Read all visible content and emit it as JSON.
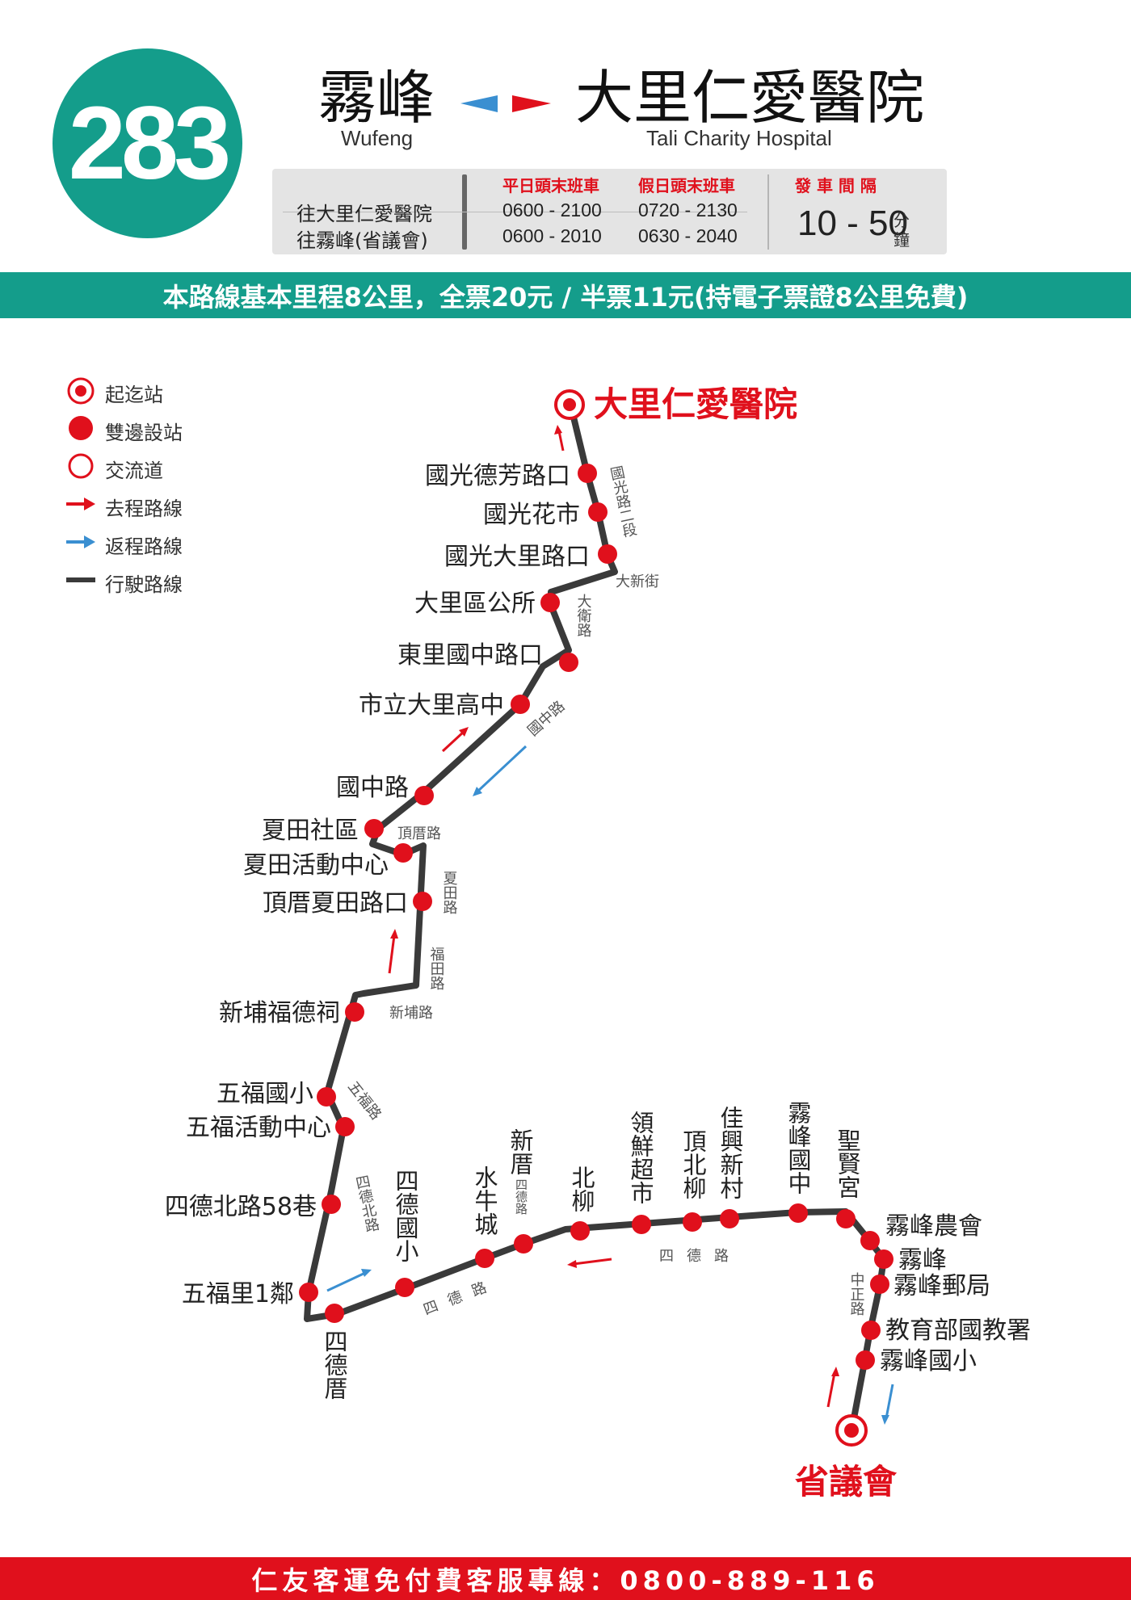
{
  "route_number": "283",
  "header": {
    "origin_zh": "霧峰",
    "origin_en": "Wufeng",
    "dest_zh": "大里仁愛醫院",
    "dest_en": "Tali Charity Hospital"
  },
  "schedule": {
    "weekday_label": "平日頭末班車",
    "holiday_label": "假日頭末班車",
    "interval_label": "發 車 間 隔",
    "rows": [
      {
        "direction": "往大里仁愛醫院",
        "weekday": "0600 - 2100",
        "holiday": "0720 - 2130"
      },
      {
        "direction": "往霧峰(省議會)",
        "weekday": "0600 - 2010",
        "holiday": "0630 - 2040"
      }
    ],
    "interval": "10 - 50",
    "interval_unit_1": "分",
    "interval_unit_2": "鐘"
  },
  "fare_text": "本路線基本里程8公里，全票20元 / 半票11元(持電子票證8公里免費)",
  "footer_text": "仁友客運免付費客服專線：0800-889-116",
  "legend": [
    {
      "label": "起迄站",
      "icon": "terminal-icon"
    },
    {
      "label": "雙邊設站",
      "icon": "stop-icon"
    },
    {
      "label": "交流道",
      "icon": "interchange-icon"
    },
    {
      "label": "去程路線",
      "icon": "outbound-arrow-icon"
    },
    {
      "label": "返程路線",
      "icon": "return-arrow-icon"
    },
    {
      "label": "行駛路線",
      "icon": "route-line-icon"
    }
  ],
  "colors": {
    "teal": "#149d8b",
    "red": "#e0101c",
    "blue": "#3a8fd1",
    "route": "#3a3a3a"
  },
  "terminals": {
    "north": "大里仁愛醫院",
    "south": "省議會"
  },
  "stops": [
    "國光德芳路口",
    "國光花市",
    "國光大里路口",
    "大里區公所",
    "東里國中路口",
    "市立大里高中",
    "國中路",
    "夏田社區",
    "夏田活動中心",
    "頂厝夏田路口",
    "新埔福德祠",
    "五福國小",
    "五福活動中心",
    "四德北路58巷",
    "五福里1鄰",
    "四德厝",
    "四德國小",
    "水牛城",
    "新厝",
    "北柳",
    "領鮮超市",
    "頂北柳",
    "佳興新村",
    "霧峰國中",
    "聖賢宮",
    "霧峰農會",
    "霧峰",
    "霧峰郵局",
    "教育部國教署",
    "霧峰國小"
  ],
  "roads": {
    "guoguang": "國光路二段",
    "daxin": "大新街",
    "dawei": "大衛路",
    "guozhong": "國中路",
    "dingcuo": "頂厝路",
    "xiatian": "夏田路",
    "futian": "福田路",
    "xinpu": "新埔路",
    "wufu": "五福路",
    "side_north": "四德北路",
    "side_sw": "四德路",
    "side_se": "四德路",
    "side_cuo": "四德路",
    "zhongzheng": "中正路"
  }
}
